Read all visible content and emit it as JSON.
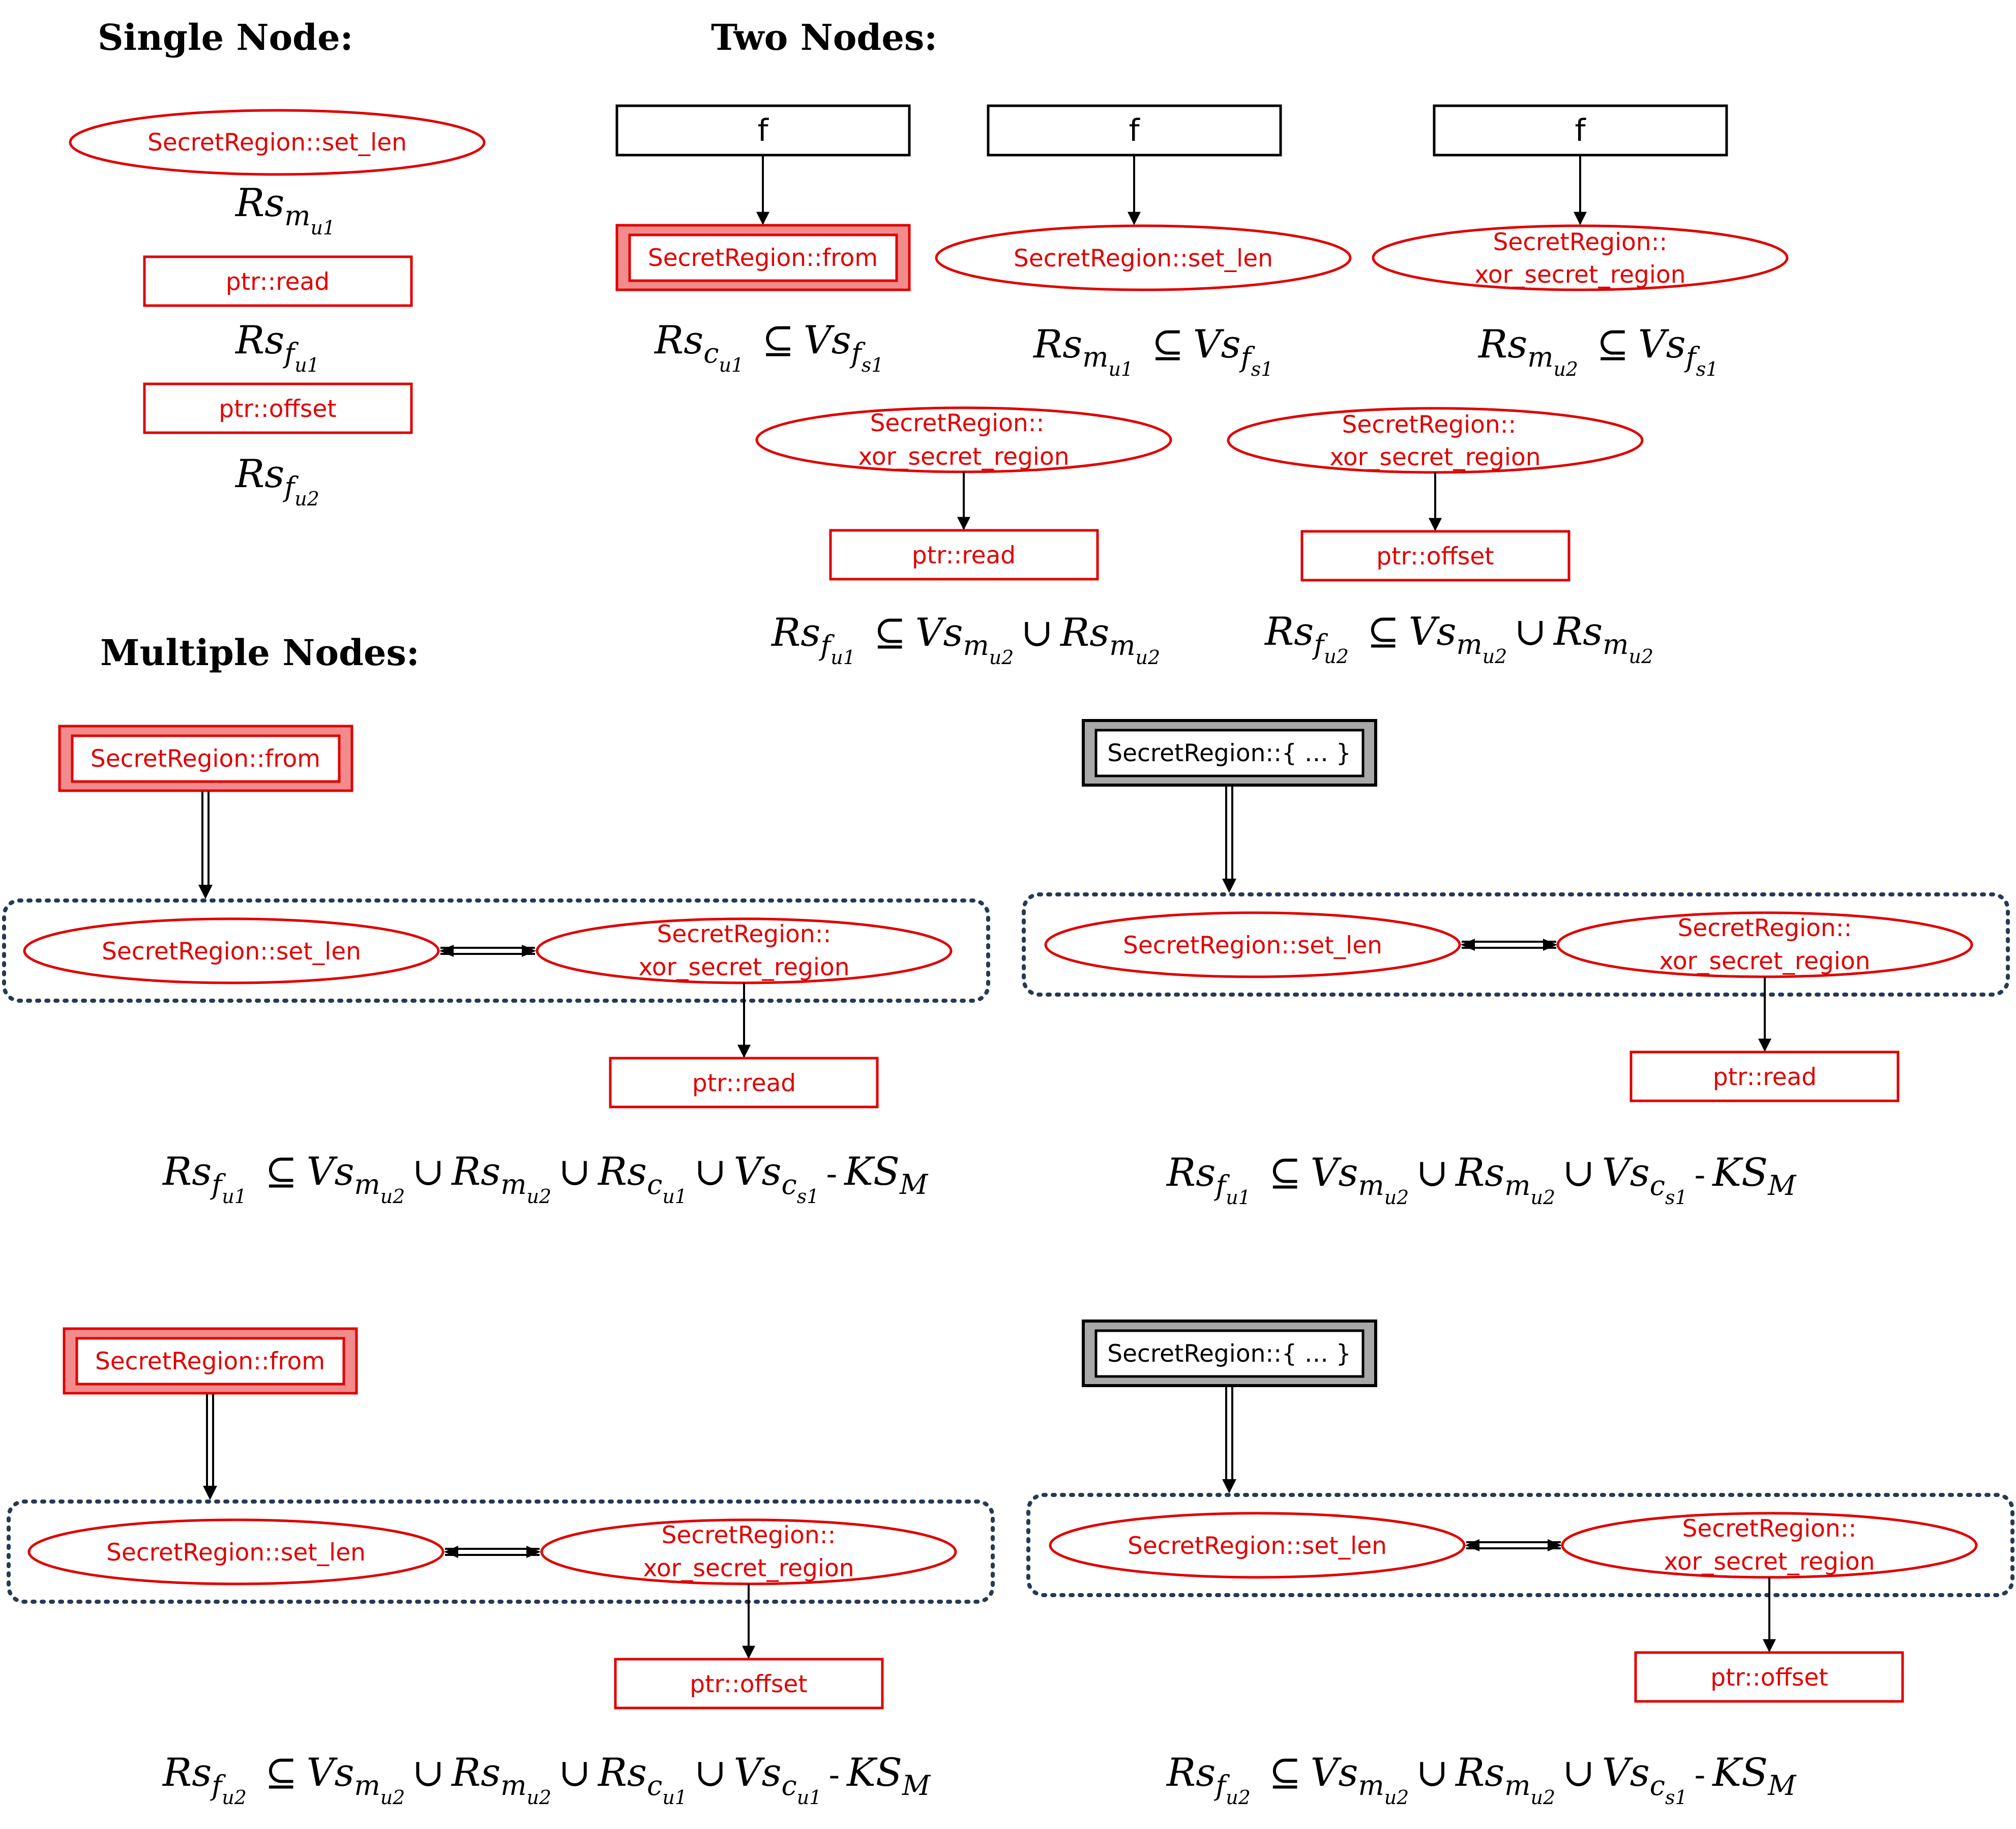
{
  "headers": {
    "single": "Single Node:",
    "two": "Two Nodes:",
    "multiple": "Multiple Nodes:"
  },
  "labels": {
    "set_len": "SecretRegion::set_len",
    "from": "SecretRegion::from",
    "xor_1": "SecretRegion::",
    "xor_2": "xor_secret_region",
    "read": "ptr::read",
    "offset": "ptr::offset",
    "f": "f",
    "any": "SecretRegion::{ … }"
  },
  "math": {
    "Rs": "Rs",
    "Vs": "Vs",
    "KS": "KS",
    "m": "m",
    "f": "f",
    "c": "c",
    "u1": "u1",
    "u2": "u2",
    "s1": "s1",
    "M": "M",
    "subseteq": "⊆",
    "cup": "∪",
    "minus": "-"
  },
  "colors": {
    "node_red": "#e00000",
    "source_fill": "#f28b8b",
    "unknown_fill": "#a8a8a8",
    "scc_border": "#243a56"
  }
}
